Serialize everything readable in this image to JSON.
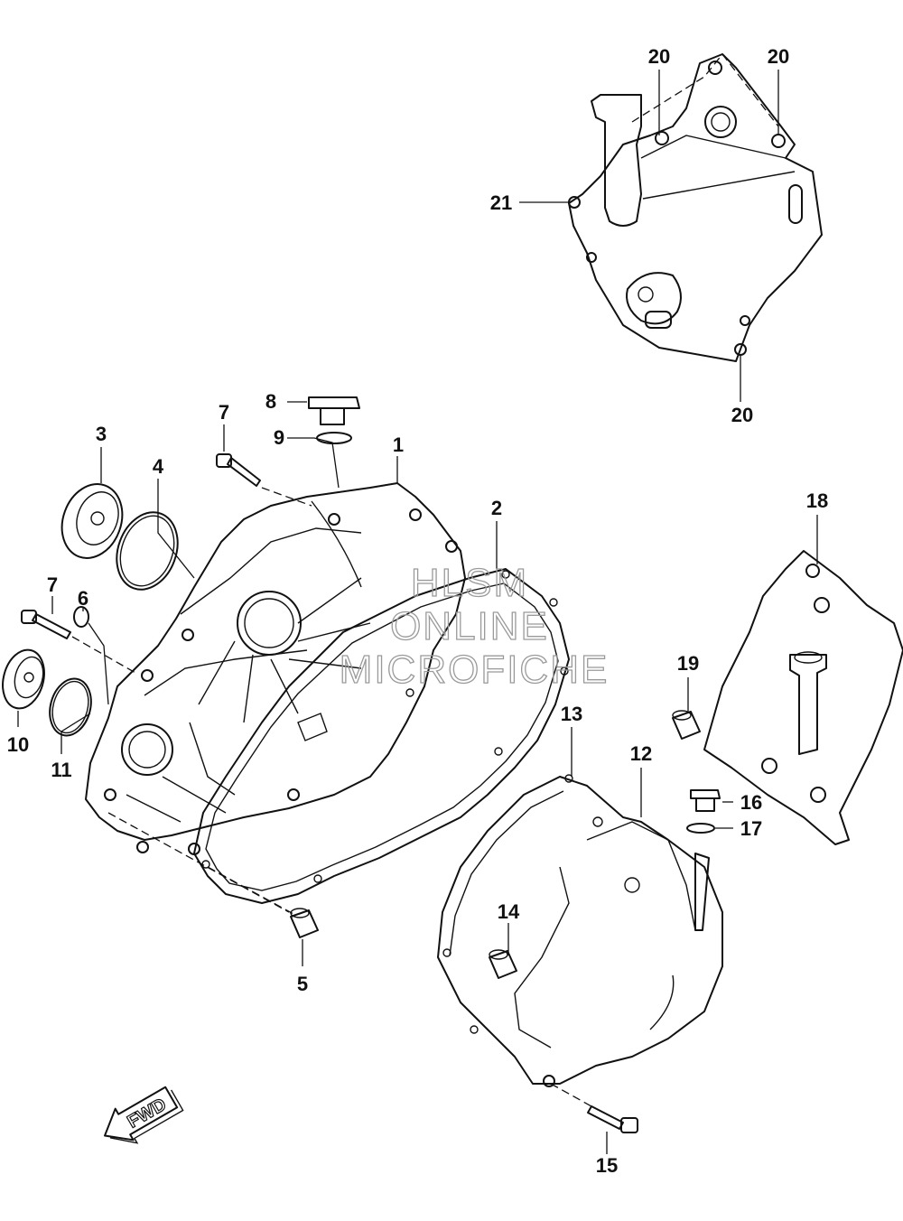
{
  "watermark": {
    "line1": "HLSM",
    "line2": "ONLINE",
    "line3": "MICROFICHE"
  },
  "fwd_label": "FWD",
  "callouts": [
    "1",
    "2",
    "3",
    "4",
    "5",
    "6",
    "7",
    "7",
    "8",
    "9",
    "10",
    "11",
    "12",
    "13",
    "14",
    "15",
    "16",
    "17",
    "18",
    "19",
    "20",
    "20",
    "20",
    "21"
  ]
}
